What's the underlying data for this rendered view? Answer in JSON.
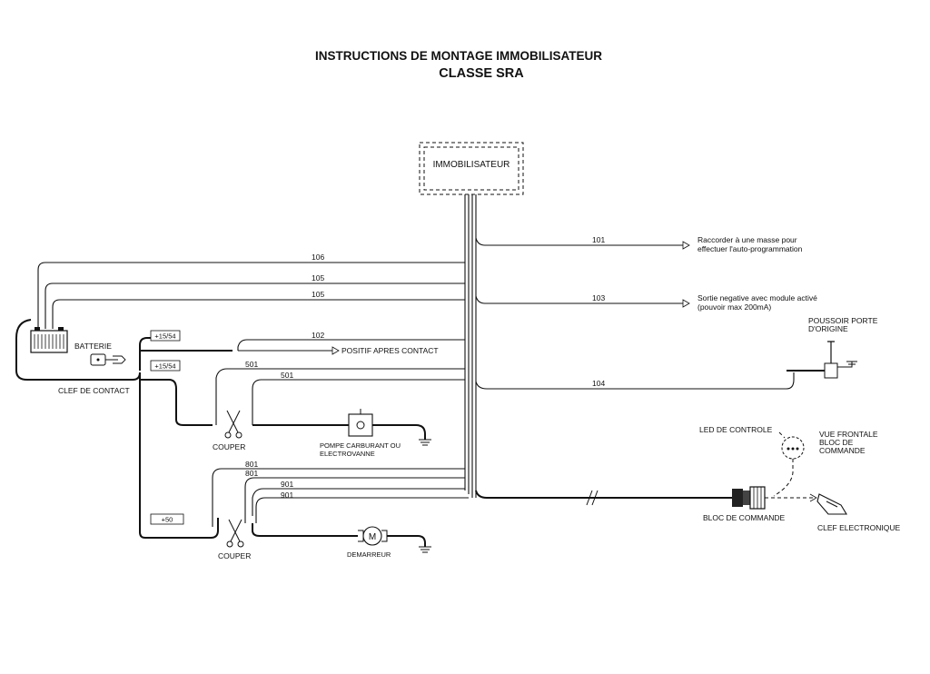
{
  "title": "INSTRUCTIONS DE MONTAGE IMMOBILISATEUR",
  "subtitle": "CLASSE SRA",
  "module": "IMMOBILISATEUR",
  "wires": {
    "w106": "106",
    "w105a": "105",
    "w105b": "105",
    "w102": "102",
    "w501a": "501",
    "w501b": "501",
    "w801a": "801",
    "w801b": "801",
    "w901a": "901",
    "w901b": "901",
    "w101": "101",
    "w103": "103",
    "w104": "104"
  },
  "labels": {
    "batterie": "BATTERIE",
    "clef_contact": "CLEF DE CONTACT",
    "plus1554_a": "+15/54",
    "plus1554_b": "+15/54",
    "plus50": "+50",
    "positif": "POSITIF APRES CONTACT",
    "couper1": "COUPER",
    "couper2": "COUPER",
    "pompe_l1": "POMPE CARBURANT OU",
    "pompe_l2": "ELECTROVANNE",
    "demarreur": "DEMARREUR",
    "moteur": "M",
    "note101_l1": "Raccorder à une masse pour",
    "note101_l2": "effectuer l'auto-programmation",
    "note103_l1": "Sortie negative avec module activé",
    "note103_l2": "(pouvoir max 200mA)",
    "poussoir_l1": "POUSSOIR PORTE",
    "poussoir_l2": "D'ORIGINE",
    "led": "LED DE CONTROLE",
    "vue_l1": "VUE FRONTALE",
    "vue_l2": "BLOC DE",
    "vue_l3": "COMMANDE",
    "bloc": "BLOC DE COMMANDE",
    "clef_elec": "CLEF ELECTRONIQUE"
  },
  "icons": [
    "battery-icon",
    "ignition-key-icon",
    "scissors-icon",
    "pump-icon",
    "motor-icon",
    "ground-icon",
    "door-switch-icon",
    "connector-icon",
    "led-icon",
    "electronic-key-icon"
  ]
}
